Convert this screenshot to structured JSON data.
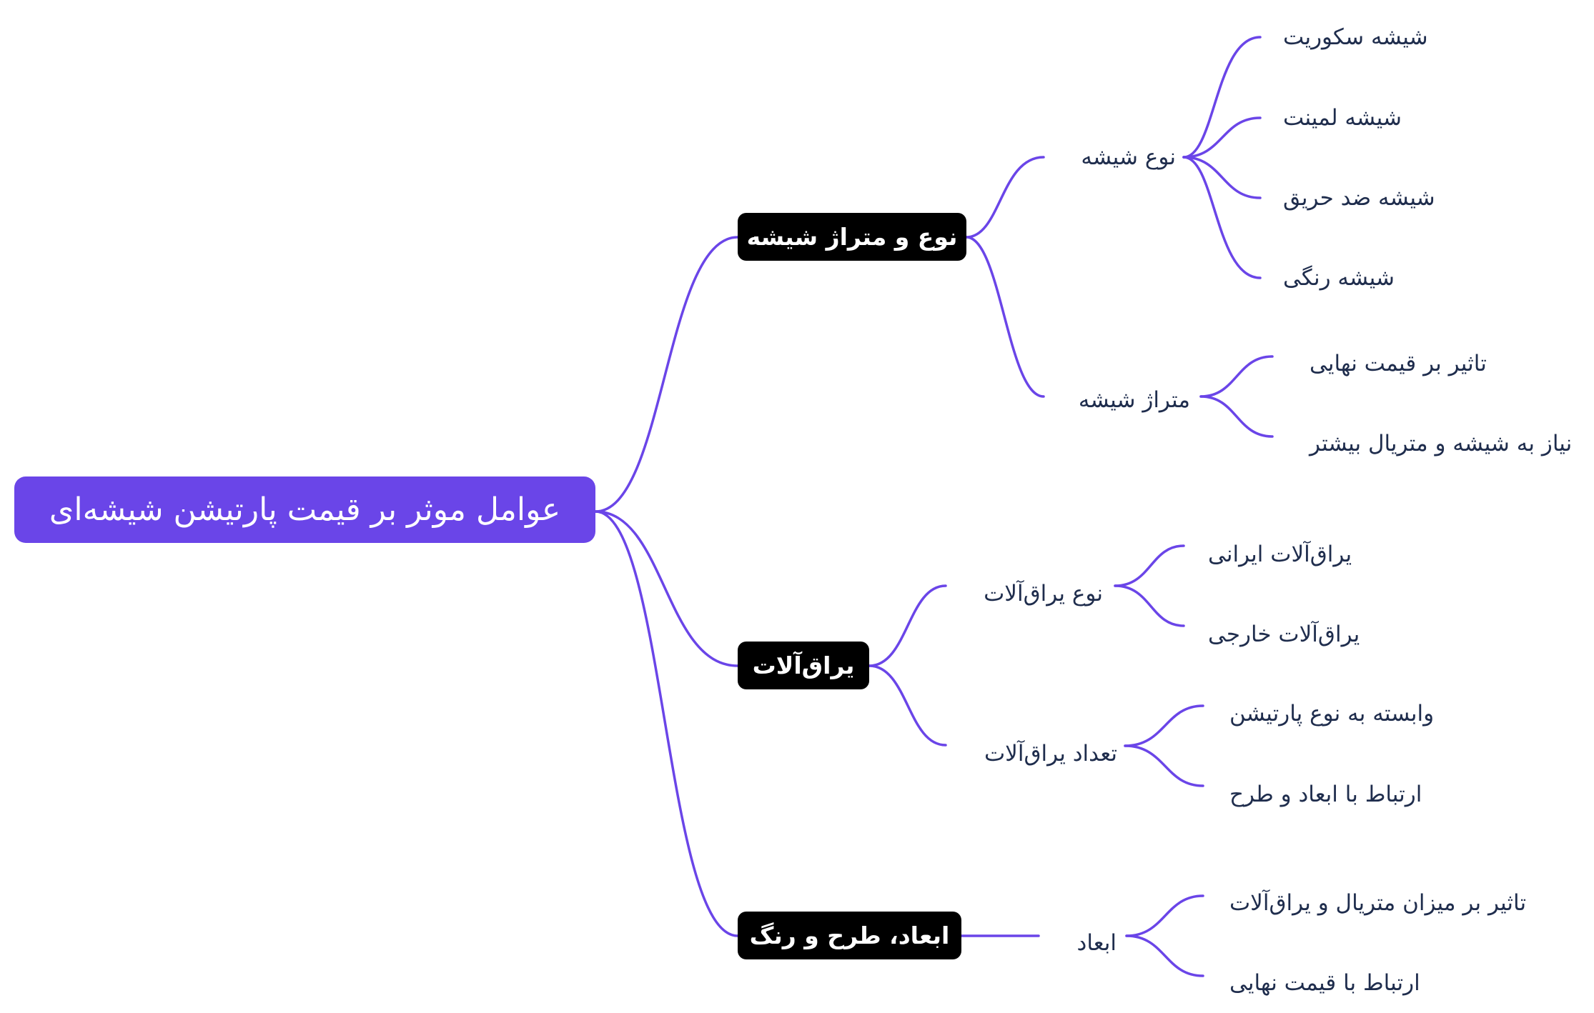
{
  "colors": {
    "edge": "#6a45e8",
    "root_bg": "#6a45e8",
    "topic_bg": "#000000",
    "text": "#1f2d4d"
  },
  "root": {
    "label": "عوامل موثر بر قیمت پارتیشن شیشه‌ای"
  },
  "topics": [
    {
      "label": "نوع و متراژ شیشه",
      "children": [
        {
          "label": "نوع شیشه",
          "children": [
            "شیشه سکوریت",
            "شیشه لمینت",
            "شیشه ضد حریق",
            "شیشه رنگی"
          ]
        },
        {
          "label": "متراژ شیشه",
          "children": [
            "تاثیر بر قیمت نهایی",
            "نیاز به شیشه و متریال بیشتر"
          ]
        }
      ]
    },
    {
      "label": "یراق‌آلات",
      "children": [
        {
          "label": "نوع یراق‌آلات",
          "children": [
            "یراق‌آلات ایرانی",
            "یراق‌آلات خارجی"
          ]
        },
        {
          "label": "تعداد یراق‌آلات",
          "children": [
            "وابسته به نوع پارتیشن",
            "ارتباط با ابعاد و طرح"
          ]
        }
      ]
    },
    {
      "label": "ابعاد، طرح و رنگ",
      "children": [
        {
          "label": "ابعاد",
          "children": [
            "تاثیر بر میزان متریال و یراق‌آلات",
            "ارتباط با قیمت نهایی"
          ]
        }
      ]
    }
  ]
}
